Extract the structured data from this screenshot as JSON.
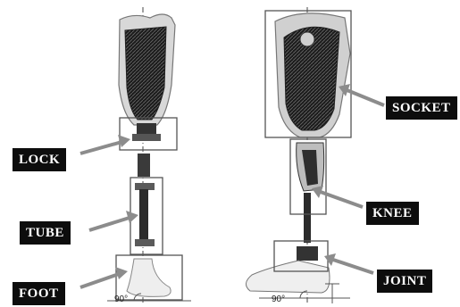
{
  "labels": {
    "lock": "LOCK",
    "tube": "TUBE",
    "foot": "FOOT",
    "socket": "SOCKET",
    "knee": "KNEE",
    "joint": "JOINT"
  },
  "angles": {
    "left": "90°",
    "right": "90°"
  },
  "colors": {
    "label_bg": "#0d0d0d",
    "label_text": "#ffffff",
    "arrow": "#8c8c8c",
    "box": "#555555",
    "dark_part": "#2a2a2a"
  }
}
